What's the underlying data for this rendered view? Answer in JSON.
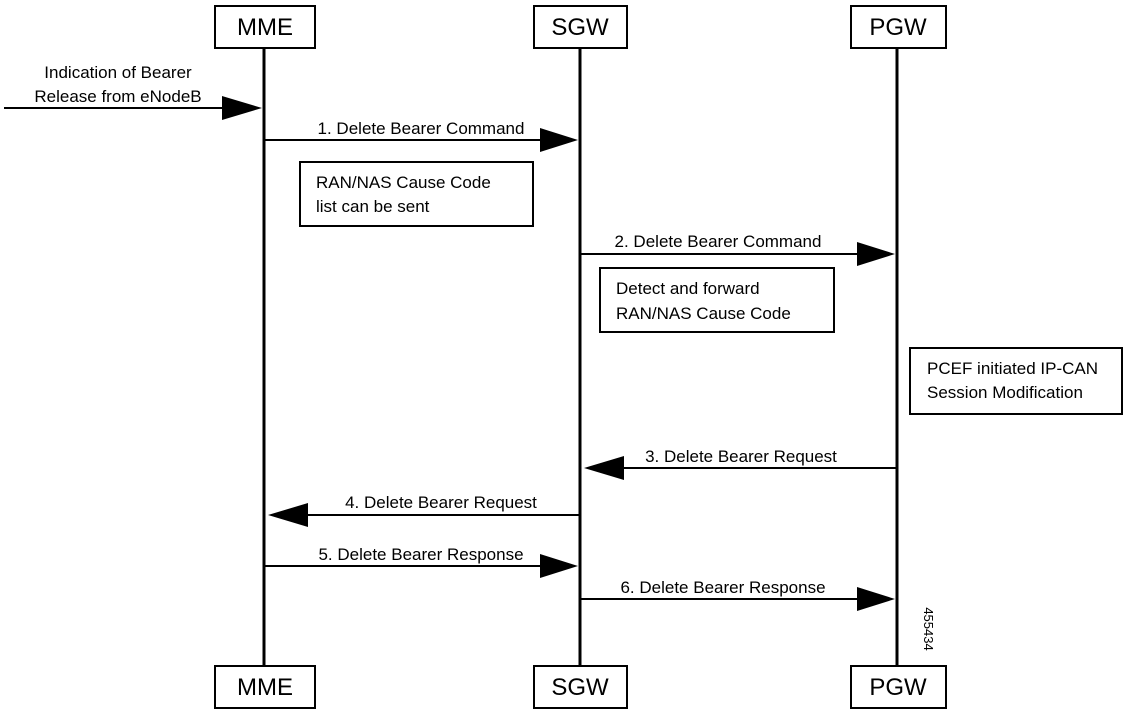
{
  "entities": {
    "mme": "MME",
    "sgw": "SGW",
    "pgw": "PGW"
  },
  "trigger": {
    "line1": "Indication of Bearer",
    "line2": "Release from eNodeB"
  },
  "messages": [
    "1. Delete Bearer Command",
    "2. Delete Bearer Command",
    "3. Delete Bearer Request",
    "4. Delete Bearer Request",
    "5. Delete Bearer Response",
    "6. Delete Bearer Response"
  ],
  "notes": {
    "note1": {
      "line1": "RAN/NAS Cause Code",
      "line2": "list can be sent"
    },
    "note2": {
      "line1": "Detect and forward",
      "line2": "RAN/NAS Cause Code"
    },
    "note3": {
      "line1": "PCEF initiated IP-CAN",
      "line2": "Session Modification"
    }
  },
  "figure_id": "455434"
}
